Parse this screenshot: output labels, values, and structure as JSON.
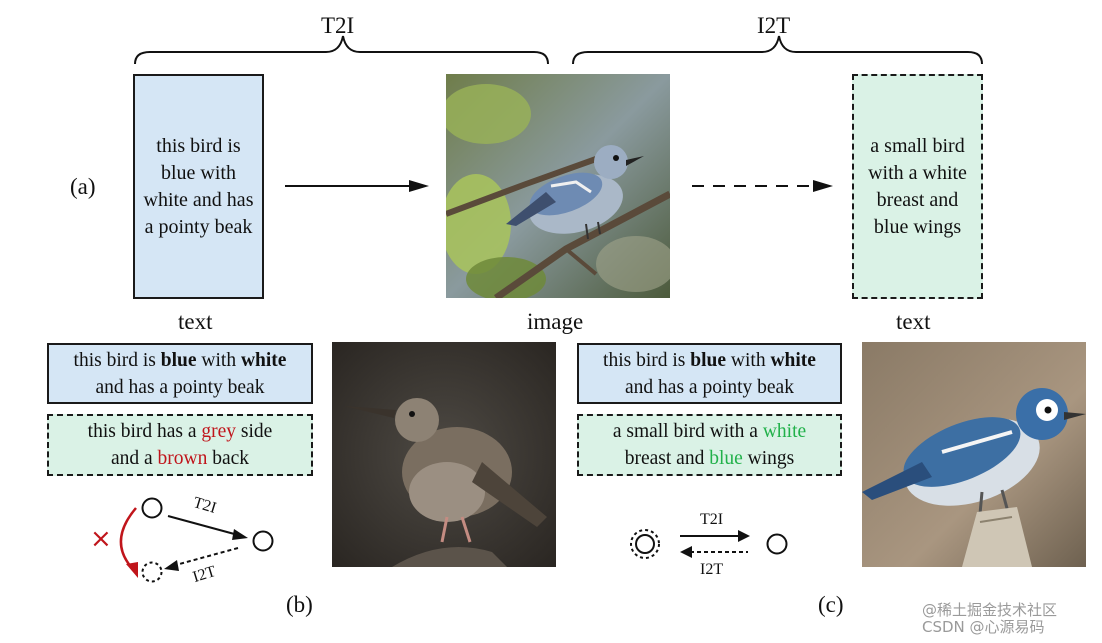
{
  "panel_a": {
    "label": "(a)",
    "t2i_label": "T2I",
    "i2t_label": "I2T",
    "input_text": "this bird is blue with white and has a pointy beak",
    "output_text": "a small bird with a white breast and blue wings",
    "caption_left": "text",
    "caption_middle": "image",
    "caption_right": "text"
  },
  "panel_b": {
    "label": "(b)",
    "real_text": {
      "p1": "this bird is ",
      "b1": "blue",
      "p2": " with ",
      "b2": "white",
      "p3": "and has a pointy beak"
    },
    "gen_text": {
      "p1": "this bird has a ",
      "c1": "grey",
      "p2": " side",
      "p3": "and a ",
      "c2": "brown",
      "p4": " back"
    },
    "diagram": {
      "t2i": "T2I",
      "i2t": "I2T",
      "cross": "×"
    }
  },
  "panel_c": {
    "label": "(c)",
    "real_text": {
      "p1": "this bird is ",
      "b1": "blue",
      "p2": " with ",
      "b2": "white",
      "p3": "and has a pointy beak"
    },
    "gen_text": {
      "p1": "a small bird with a ",
      "c1": "white",
      "p2": "breast and ",
      "c2": "blue",
      "p3": " wings"
    },
    "diagram": {
      "t2i": "T2I",
      "i2t": "I2T"
    }
  },
  "watermark": "@稀土掘金技术社区\nCSDN @心源易码",
  "colors": {
    "real_box": "#d5e6f5",
    "gen_box": "#daf2e6",
    "highlight_wrong": "#c0151b",
    "highlight_right": "#21b14a"
  }
}
